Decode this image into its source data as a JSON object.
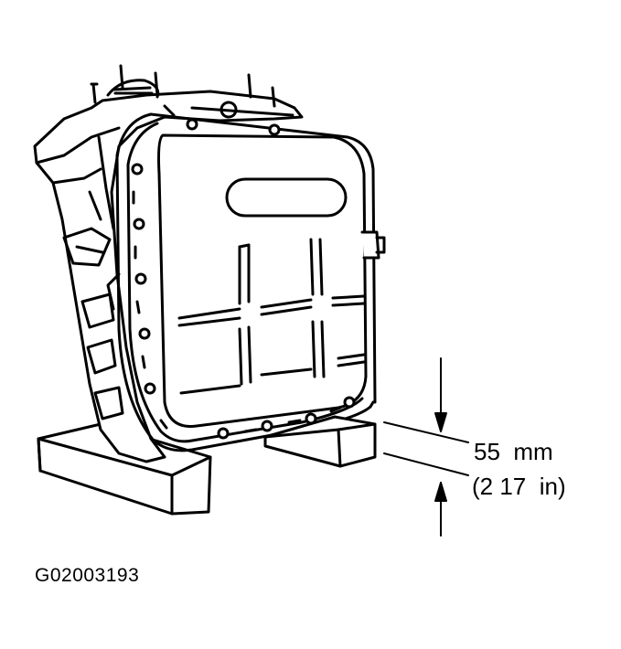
{
  "diagram": {
    "dimension": {
      "metric": "55  mm",
      "imperial": "(2 17  in)"
    },
    "figure_id": "G02003193"
  },
  "colors": {
    "ink": "#000000",
    "paper": "#ffffff"
  }
}
